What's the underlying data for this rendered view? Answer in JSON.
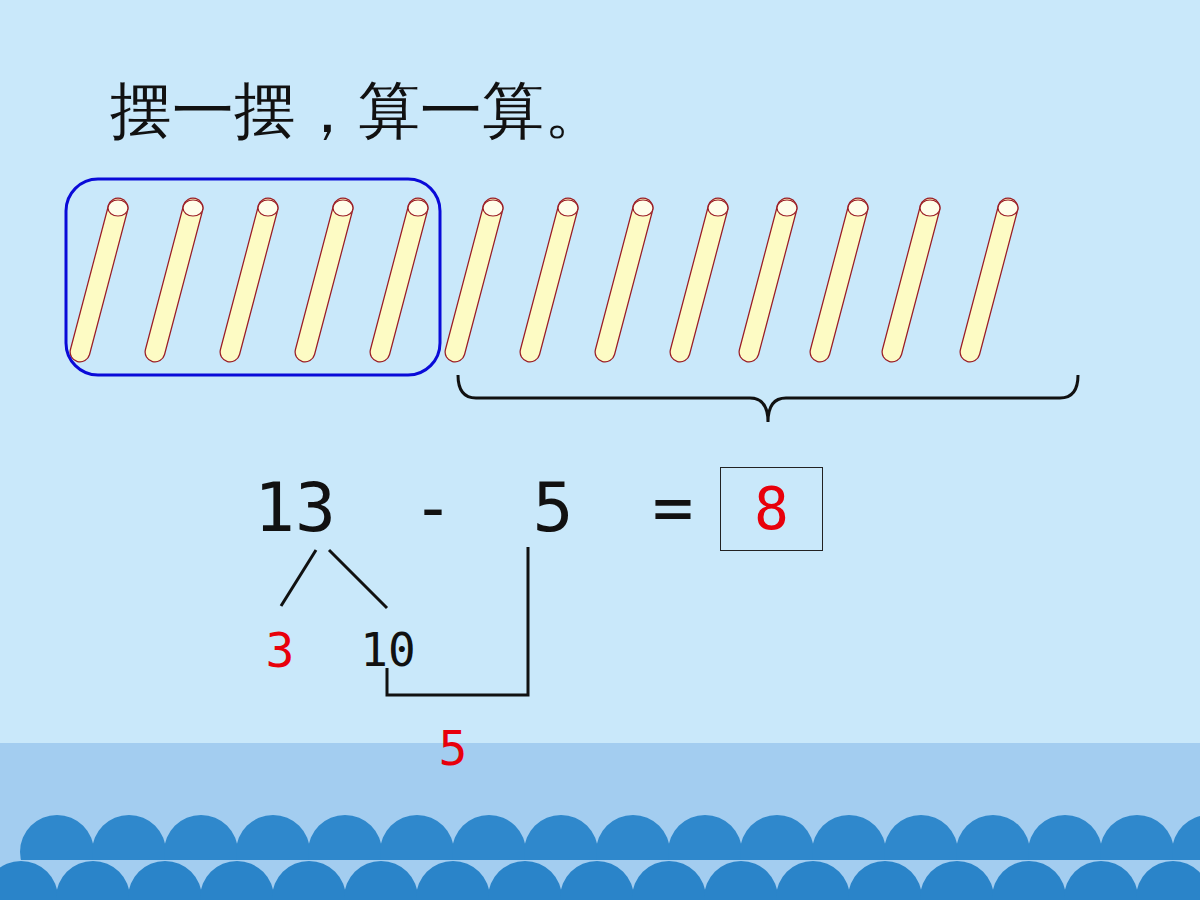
{
  "diagram": {
    "title": "摆一摆，算一算。",
    "nodes": [
      {
        "text": [
          "8"
        ]
      }
    ],
    "labels": [
      "13",
      "-",
      "5",
      "=",
      "3",
      "10",
      "5"
    ]
  }
}
